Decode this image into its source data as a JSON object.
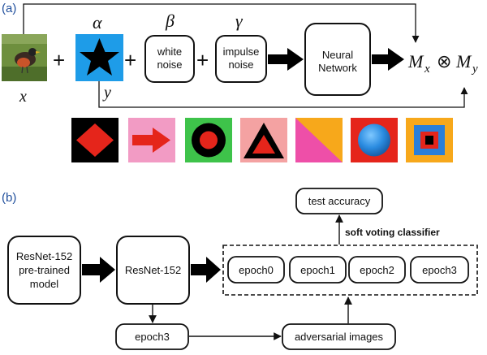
{
  "panel_a": {
    "label": "(a)",
    "symbols": {
      "x": "x",
      "y": "y",
      "alpha": "α",
      "beta": "β",
      "gamma": "γ",
      "plus": "+",
      "mx": "M",
      "mx_sub": "x",
      "otimes": "⊗",
      "my": "M",
      "my_sub": "y"
    },
    "boxes": {
      "white_noise_line1": "white",
      "white_noise_line2": "noise",
      "impulse_noise_line1": "impulse",
      "impulse_noise_line2": "noise",
      "neural_network_line1": "Neural",
      "neural_network_line2": "Network"
    },
    "input_image": "bird-photo",
    "trigger_icon": "black-star-on-blue",
    "trigger_examples": [
      "red-diamond-on-black",
      "red-arrow-on-pink",
      "black-ring-on-green",
      "black-triangle-on-pink",
      "pink-diagonal-on-orange",
      "blue-circle-on-red",
      "nested-squares-on-orange"
    ]
  },
  "panel_b": {
    "label": "(b)",
    "pretrained_line1": "ResNet-152",
    "pretrained_line2": "pre-trained",
    "pretrained_line3": "model",
    "resnet": "ResNet-152",
    "epochs": [
      "epoch0",
      "epoch1",
      "epoch2",
      "epoch3"
    ],
    "epoch3_bottom": "epoch3",
    "adversarial": "adversarial images",
    "soft_voting": "soft voting classifier",
    "test_accuracy": "test accuracy"
  }
}
